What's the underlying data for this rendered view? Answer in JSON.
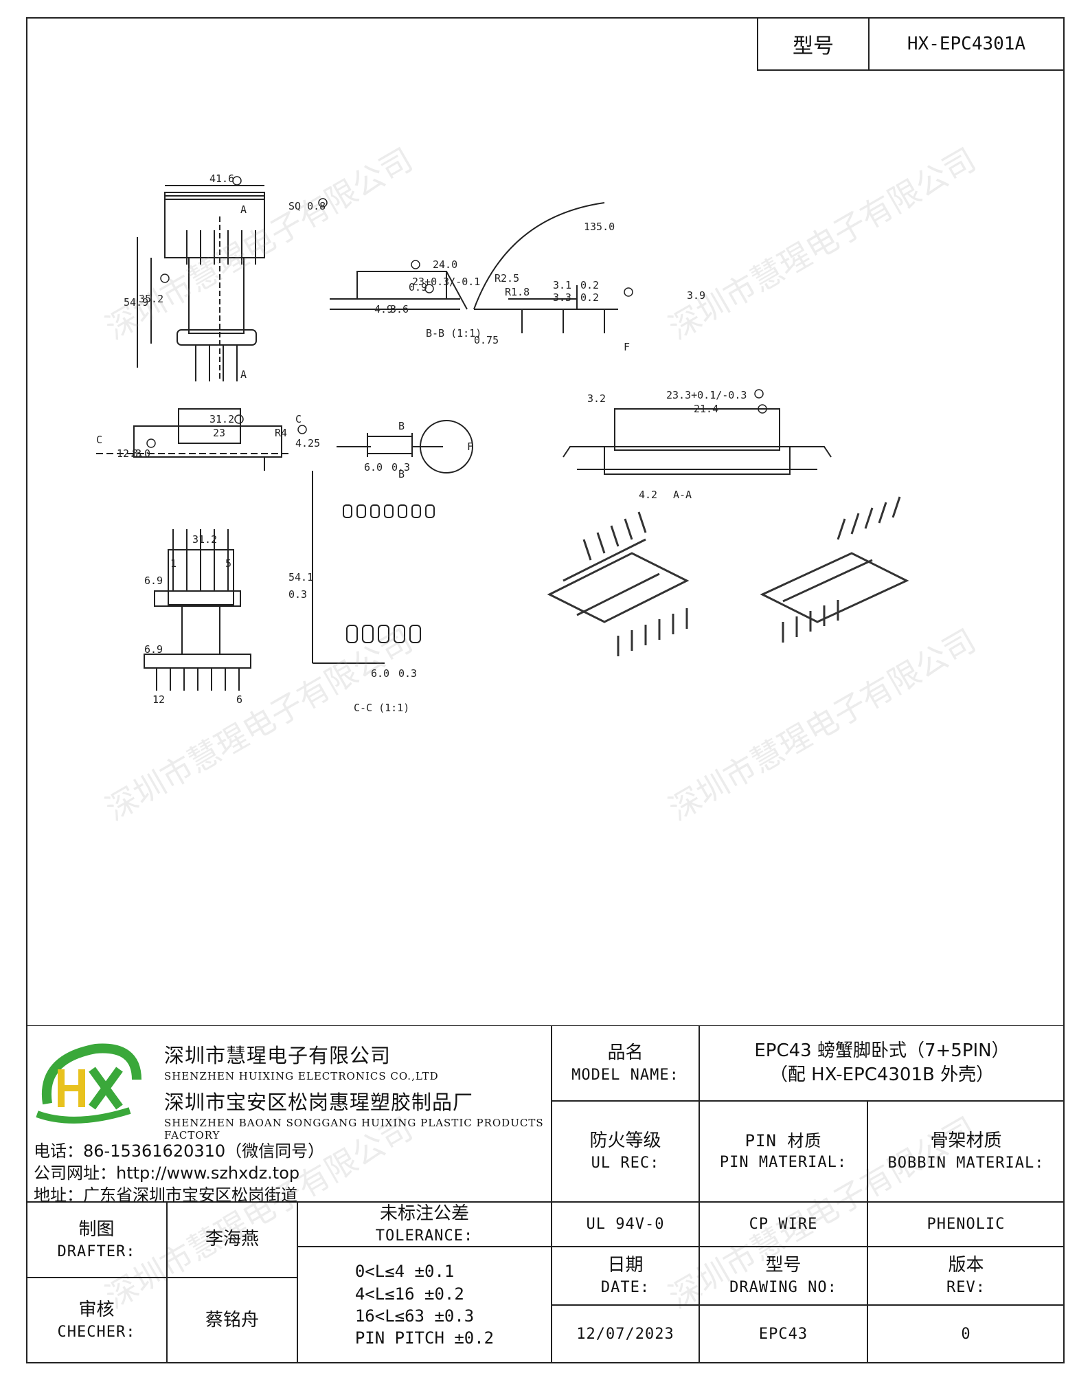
{
  "header": {
    "model_label": "型号",
    "model_value": "HX-EPC4301A"
  },
  "drawing": {
    "dims": {
      "d41_6": "41.6",
      "sq": "SQ 0.8",
      "d54_9": "54.9",
      "d35_2": "35.2",
      "secA": "A",
      "d24": "24.0",
      "d23tol": "23+0.3/-0.1",
      "r25": "R2.5",
      "r18": "R1.8",
      "d49": "4.9",
      "d36": "3.6",
      "d09": "0.9",
      "d075": "0.75",
      "secBB": "B-B  (1:1)",
      "d135": "135.0",
      "d31": "3.1",
      "tol02": "0.2",
      "d33": "3.3",
      "d39": "3.9",
      "secF": "F",
      "d31_2": "31.2",
      "d23": "23",
      "r4": "R4",
      "d425": "4.25",
      "d12_3": "12.3",
      "d8": "8.0",
      "secC": "C",
      "secB": "B",
      "d32": "3.2",
      "d233": "23.3+0.1/-0.3",
      "d214": "21.4",
      "d42": "4.2",
      "secAA": "A-A",
      "d31_2b": "31.2",
      "d69": "6.9",
      "p1": "1",
      "p5": "5",
      "p12": "12",
      "p6": "6",
      "d60": "6.0",
      "tol03": "0.3",
      "d541": "54.1",
      "tol03b": "0.3",
      "secCC": "C-C  (1:1)"
    }
  },
  "watermark": "深圳市慧瑆电子有限公司",
  "company": {
    "name_cn": "深圳市慧瑆电子有限公司",
    "name_en": "SHENZHEN HUIXING ELECTRONICS CO.,LTD",
    "factory_cn": "深圳市宝安区松岗惠瑆塑胶制品厂",
    "factory_en": "SHENZHEN BAOAN SONGGANG HUIXING PLASTIC PRODUCTS FACTORY",
    "phone": "电话：86-15361620310（微信同号）",
    "website": "公司网址：http://www.szhxdz.top",
    "address": "地址：广东省深圳市宝安区松岗街道",
    "logo_colors": {
      "green": "#3aa83a",
      "yellow": "#e8c21e",
      "blue": "#1e6fb8"
    }
  },
  "title_block": {
    "model_name_cn": "品名",
    "model_name_en": "MODEL NAME:",
    "model_name_val1": "EPC43 螃蟹脚卧式（7+5PIN）",
    "model_name_val2": "（配 HX-EPC4301B 外壳）",
    "ul_cn": "防火等级",
    "ul_en": "UL REC:",
    "pin_cn": "PIN 材质",
    "pin_en": "PIN MATERIAL:",
    "bobbin_cn": "骨架材质",
    "bobbin_en": "BOBBIN MATERIAL:",
    "ul_val": "UL 94V-0",
    "pin_val": "CP WIRE",
    "bobbin_val": "PHENOLIC",
    "drafter_cn": "制图",
    "drafter_en": "DRAFTER:",
    "drafter_val": "李海燕",
    "checker_cn": "审核",
    "checker_en": "CHECHER:",
    "checker_val": "蔡铭舟",
    "tol_cn": "未标注公差",
    "tol_en": "TOLERANCE:",
    "tol1": "0<L≤4   ±0.1",
    "tol2": "4<L≤16  ±0.2",
    "tol3": "16<L≤63  ±0.3",
    "tol4": "PIN PITCH ±0.2",
    "date_cn": "日期",
    "date_en": "DATE:",
    "drawno_cn": "型号",
    "drawno_en": "DRAWING NO:",
    "rev_cn": "版本",
    "rev_en": "REV:",
    "date_val": "12/07/2023",
    "drawno_val": "EPC43",
    "rev_val": "0"
  }
}
